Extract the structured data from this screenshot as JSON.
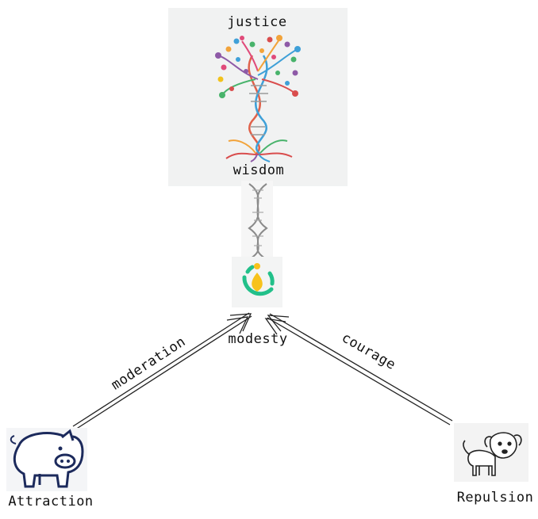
{
  "nodes": {
    "top": {
      "label_top": "justice",
      "label_bottom": "wisdom",
      "image": "tree-of-life-dna-icon"
    },
    "center": {
      "image": "drop-in-circle-logo-icon"
    },
    "left": {
      "label": "Attraction",
      "image": "pig-icon"
    },
    "right": {
      "label": "Repulsion",
      "image": "dog-sketch-icon"
    }
  },
  "edges": {
    "left_to_center": "moderation",
    "right_to_center": "courage",
    "center_label": "modesty",
    "top_to_center": "dna-helix-connector"
  },
  "colors": {
    "panel_bg": "#f1f2f2",
    "pig_navy": "#1c2a5c",
    "logo_green": "#22c08a",
    "logo_yellow": "#f7c21c",
    "line": "#222222"
  }
}
